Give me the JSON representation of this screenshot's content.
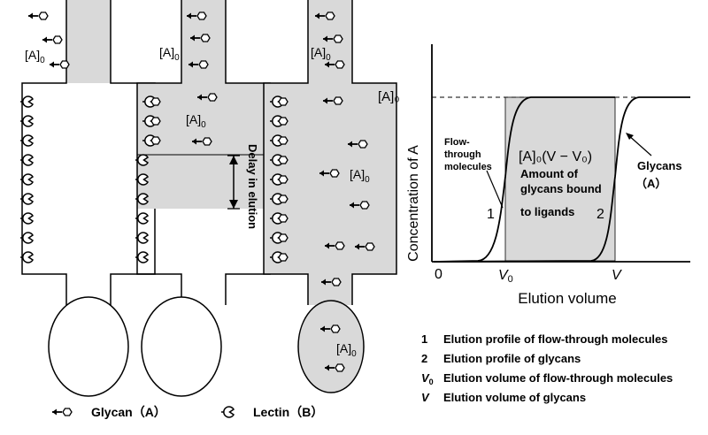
{
  "labels": {
    "a0": "[A]",
    "a0_sub": "0",
    "delay_in_elution": "Delay in elution"
  },
  "legend_bottom": {
    "glycan": "Glycan（A）",
    "lectin": "Lectin（B）"
  },
  "chart": {
    "y_label": "Concentration of A",
    "x_label": "Elution volume",
    "origin": "0",
    "y_tick": "[A]₀",
    "v0_main": "V",
    "v0_sub": "0",
    "v": "V",
    "area_label_line1": "[A]₀(V − V₀)",
    "area_label_line2": "Amount of",
    "area_label_line3": "glycans bound",
    "area_label_line4": "to ligands",
    "flow_label_line1": "Flow-",
    "flow_label_line2": "through",
    "flow_label_line3": "molecules",
    "glycans_label_line1": "Glycans",
    "glycans_label_line2": "（A）",
    "curve1_num": "1",
    "curve2_num": "2"
  },
  "legend_right": [
    {
      "key": "1",
      "key_sub": "",
      "text": "Elution profile of flow-through molecules"
    },
    {
      "key": "2",
      "key_sub": "",
      "text": "Elution profile of glycans"
    },
    {
      "key": "V",
      "key_sub": "0",
      "text": "Elution volume of flow-through molecules"
    },
    {
      "key": "V",
      "key_sub": "",
      "text": "Elution volume of glycans"
    }
  ],
  "colors": {
    "shade": "#d9d9d9",
    "line": "#000000"
  }
}
